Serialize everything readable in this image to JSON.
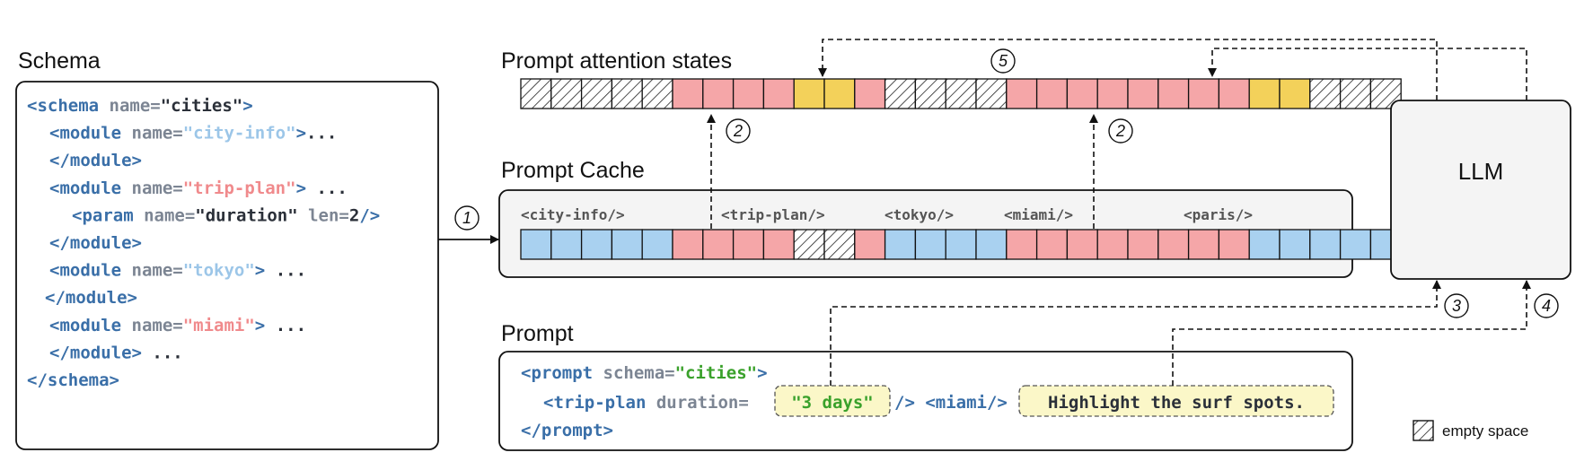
{
  "colors": {
    "blue_cell": "#a9d1f0",
    "red_cell": "#f5a6a8",
    "yellow_cell": "#f3d15a",
    "empty_cell": "#ffffff",
    "tag": "#3a6fa8",
    "attr": "#7c8593",
    "green": "#3aa12b",
    "box_fill": "#f4f4f4",
    "highlight_fill": "#fbf7c8"
  },
  "schema": {
    "title": "Schema",
    "lines": [
      [
        {
          "t": "<schema ",
          "c": "tag"
        },
        {
          "t": "name=",
          "c": "attr"
        },
        {
          "t": "\"cities\"",
          "c": "val-dark"
        },
        {
          "t": ">",
          "c": "tag"
        }
      ],
      [
        {
          "t": "<module ",
          "c": "tag"
        },
        {
          "t": "name=",
          "c": "attr"
        },
        {
          "t": "\"city-info\"",
          "c": "val-blue"
        },
        {
          "t": ">",
          "c": "tag"
        },
        {
          "t": "...",
          "c": "dots"
        }
      ],
      [
        {
          "t": "</module>",
          "c": "tag"
        }
      ],
      [
        {
          "t": "<module ",
          "c": "tag"
        },
        {
          "t": "name=",
          "c": "attr"
        },
        {
          "t": "\"trip-plan\"",
          "c": "val-red"
        },
        {
          "t": ">",
          "c": "tag"
        },
        {
          "t": " ...",
          "c": "dots"
        }
      ],
      [
        {
          "t": "<param ",
          "c": "tag"
        },
        {
          "t": "name=",
          "c": "attr"
        },
        {
          "t": "\"duration\"",
          "c": "val-dark"
        },
        {
          "t": " len=",
          "c": "attr"
        },
        {
          "t": "2",
          "c": "val-dark"
        },
        {
          "t": "/>",
          "c": "tag"
        }
      ],
      [
        {
          "t": "</module>",
          "c": "tag"
        }
      ],
      [
        {
          "t": "<module ",
          "c": "tag"
        },
        {
          "t": "name=",
          "c": "attr"
        },
        {
          "t": "\"tokyo\"",
          "c": "val-blue"
        },
        {
          "t": ">",
          "c": "tag"
        },
        {
          "t": " ...",
          "c": "dots"
        }
      ],
      [
        {
          "t": "</module>",
          "c": "tag"
        }
      ],
      [
        {
          "t": "<module ",
          "c": "tag"
        },
        {
          "t": "name=",
          "c": "attr"
        },
        {
          "t": "\"miami\"",
          "c": "val-red"
        },
        {
          "t": ">",
          "c": "tag"
        },
        {
          "t": " ...",
          "c": "dots"
        }
      ],
      [
        {
          "t": "</module>",
          "c": "tag"
        },
        {
          "t": " ...",
          "c": "dots"
        }
      ],
      [
        {
          "t": "</schema>",
          "c": "tag"
        }
      ]
    ]
  },
  "attention": {
    "title": "Prompt attention states",
    "cells": [
      "empty",
      "empty",
      "empty",
      "empty",
      "empty",
      "red",
      "red",
      "red",
      "red",
      "yellow",
      "yellow",
      "red",
      "empty",
      "empty",
      "empty",
      "empty",
      "red",
      "red",
      "red",
      "red",
      "red",
      "red",
      "red",
      "red",
      "yellow",
      "yellow",
      "empty",
      "empty",
      "empty"
    ]
  },
  "cache": {
    "title": "Prompt Cache",
    "labels": [
      "<city-info/>",
      "<trip-plan/>",
      "<tokyo/>",
      "<miami/>",
      "<paris/>"
    ],
    "cells": [
      "blue",
      "blue",
      "blue",
      "blue",
      "blue",
      "red",
      "red",
      "red",
      "red",
      "empty",
      "empty",
      "red",
      "blue",
      "blue",
      "blue",
      "blue",
      "red",
      "red",
      "red",
      "red",
      "red",
      "red",
      "red",
      "red",
      "blue",
      "blue",
      "blue",
      "blue",
      "blue"
    ]
  },
  "prompt": {
    "title": "Prompt",
    "line1": [
      {
        "t": "<prompt ",
        "c": "tag"
      },
      {
        "t": "schema=",
        "c": "attr"
      },
      {
        "t": "\"cities\"",
        "c": "val-green"
      },
      {
        "t": ">",
        "c": "tag"
      }
    ],
    "line2_a": [
      {
        "t": "<trip-plan ",
        "c": "tag"
      },
      {
        "t": "duration= ",
        "c": "attr"
      }
    ],
    "line2_box1": "\"3 days\"",
    "line2_b": [
      {
        "t": "/>",
        "c": "tag"
      },
      {
        "t": " ",
        "c": "tag"
      },
      {
        "t": "<miami/>",
        "c": "tag"
      }
    ],
    "line2_box2": "Highlight the surf spots.",
    "line3": [
      {
        "t": "</prompt>",
        "c": "tag"
      }
    ]
  },
  "llm": {
    "label": "LLM"
  },
  "steps": [
    "1",
    "2",
    "2",
    "3",
    "4",
    "5"
  ],
  "legend": {
    "label": "empty space"
  }
}
